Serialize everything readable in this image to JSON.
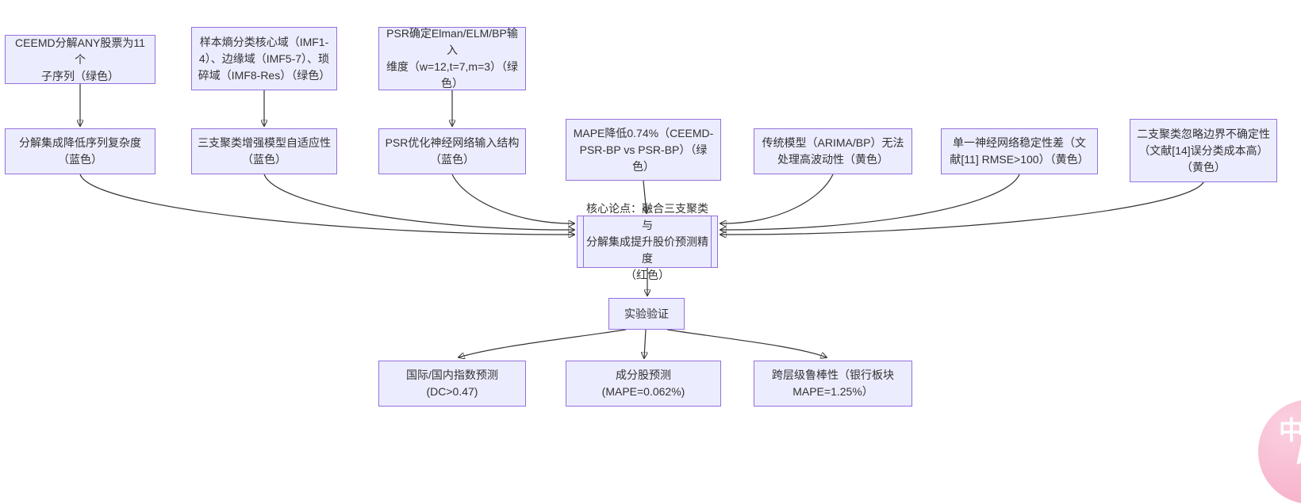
{
  "diagram": {
    "type": "flowchart",
    "nodes": {
      "ceemd": {
        "label": "CEEMD分解ANY股票为11个\n子序列（绿色）"
      },
      "sample_entropy": {
        "label": "样本熵分类核心域（IMF1-\n4）、边缘域（IMF5-7）、琐\n碎域（IMF8-Res）（绿色）"
      },
      "psr_dim": {
        "label": "PSR确定Elman/ELM/BP输入\n维度（w=12,t=7,m=3）（绿\n色）"
      },
      "decompose": {
        "label": "分解集成降低序列复杂度\n（蓝色）"
      },
      "three_way": {
        "label": "三支聚类增强模型自适应性\n（蓝色）"
      },
      "psr_opt": {
        "label": "PSR优化神经网络输入结构\n（蓝色）"
      },
      "mape": {
        "label": "MAPE降低0.74%（CEEMD-\nPSR-BP vs PSR-BP）（绿\n色）"
      },
      "traditional": {
        "label": "传统模型（ARIMA/BP）无法\n处理高波动性（黄色）"
      },
      "single_nn": {
        "label": "单一神经网络稳定性差（文\n献[11] RMSE>100）（黄色）"
      },
      "two_way": {
        "label": "二支聚类忽略边界不确定性\n（文献[14]误分类成本高）\n（黄色）"
      },
      "core": {
        "label": "核心论点：融合三支聚类与\n分解集成提升股价预测精度\n（红色）"
      },
      "experiment": {
        "label": "实验验证"
      },
      "index_pred": {
        "label": "国际/国内指数预测\n(DC>0.47)"
      },
      "component_pred": {
        "label": "成分股预测\n(MAPE=0.062%)"
      },
      "robustness": {
        "label": "跨层级鲁棒性（银行板块\nMAPE=1.25%）"
      }
    },
    "edges": [
      {
        "from": "ceemd",
        "to": "decompose"
      },
      {
        "from": "sample_entropy",
        "to": "three_way"
      },
      {
        "from": "psr_dim",
        "to": "psr_opt"
      },
      {
        "from": "decompose",
        "to": "core"
      },
      {
        "from": "three_way",
        "to": "core"
      },
      {
        "from": "psr_opt",
        "to": "core"
      },
      {
        "from": "mape",
        "to": "core"
      },
      {
        "from": "traditional",
        "to": "core"
      },
      {
        "from": "single_nn",
        "to": "core"
      },
      {
        "from": "two_way",
        "to": "core"
      },
      {
        "from": "core",
        "to": "experiment"
      },
      {
        "from": "experiment",
        "to": "index_pred"
      },
      {
        "from": "experiment",
        "to": "component_pred"
      },
      {
        "from": "experiment",
        "to": "robustness"
      }
    ],
    "colors": {
      "node_fill": "#ECECFF",
      "node_border": "#9370DB",
      "edge_stroke": "#333333",
      "text": "#333333"
    }
  },
  "floating_button": {
    "top_char": "中",
    "bottom_char": "A",
    "color": "#F7B4CD"
  }
}
